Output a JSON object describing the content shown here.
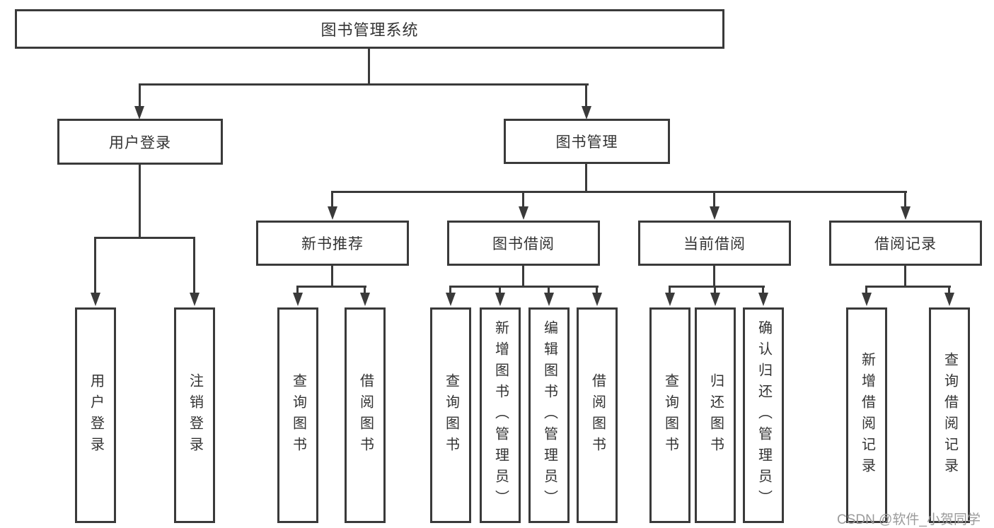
{
  "root": {
    "label": "图书管理系统"
  },
  "branches": {
    "user_login": {
      "label": "用户登录",
      "children": {
        "login": {
          "label": "用户登录"
        },
        "logout": {
          "label": "注销登录"
        }
      }
    },
    "book_mgmt": {
      "label": "图书管理",
      "children": {
        "new_books": {
          "label": "新书推荐",
          "children": {
            "query": {
              "label": "查询图书"
            },
            "borrow": {
              "label": "借阅图书"
            }
          }
        },
        "borrowing": {
          "label": "图书借阅",
          "children": {
            "query": {
              "label": "查询图书"
            },
            "add": {
              "label": "新增图书（管理员）"
            },
            "edit": {
              "label": "编辑图书（管理员）"
            },
            "borrow": {
              "label": "借阅图书"
            }
          }
        },
        "current": {
          "label": "当前借阅",
          "children": {
            "query": {
              "label": "查询图书"
            },
            "return": {
              "label": "归还图书"
            },
            "confirm": {
              "label": "确认归还（管理员）"
            }
          }
        },
        "records": {
          "label": "借阅记录",
          "children": {
            "add": {
              "label": "新增借阅记录"
            },
            "query": {
              "label": "查询借阅记录"
            }
          }
        }
      }
    }
  },
  "watermark": {
    "text": "CSDN @软件_小贺同学"
  },
  "colors": {
    "line": "#3a3a3a",
    "text": "#333333",
    "watermark": "#9b9b9b",
    "background": "#ffffff"
  }
}
